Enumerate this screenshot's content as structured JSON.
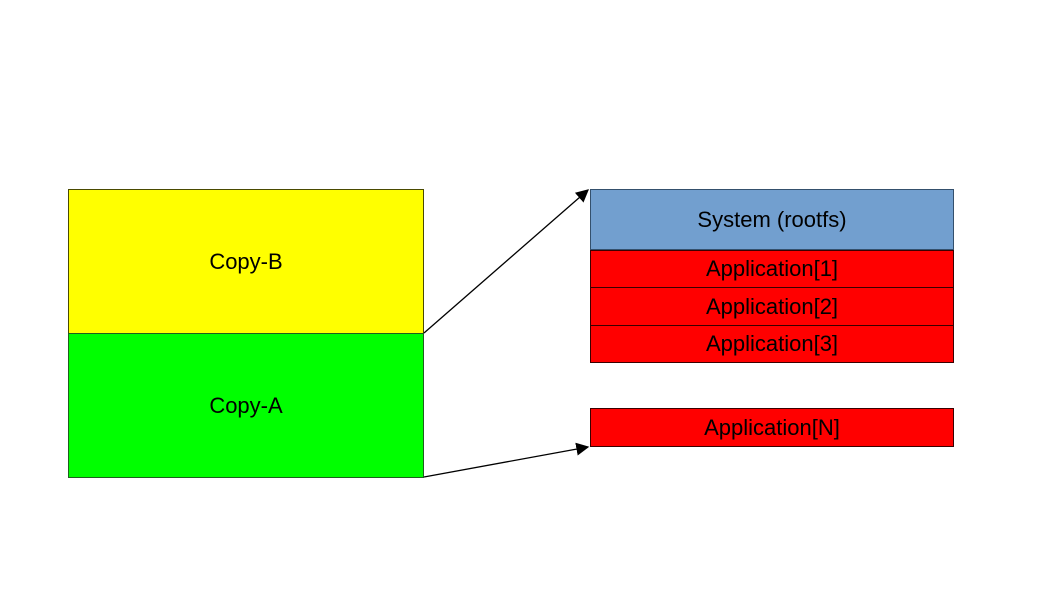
{
  "left_stack": {
    "copy_b": "Copy-B",
    "copy_a": "Copy-A"
  },
  "right_stack": {
    "system": "System (rootfs)",
    "applications": [
      "Application[1]",
      "Application[2]",
      "Application[3]"
    ],
    "last_application": "Application[N]"
  },
  "colors": {
    "copy_b": "#ffff00",
    "copy_a": "#00ff00",
    "system": "#729fcf",
    "application": "#ff0000"
  }
}
